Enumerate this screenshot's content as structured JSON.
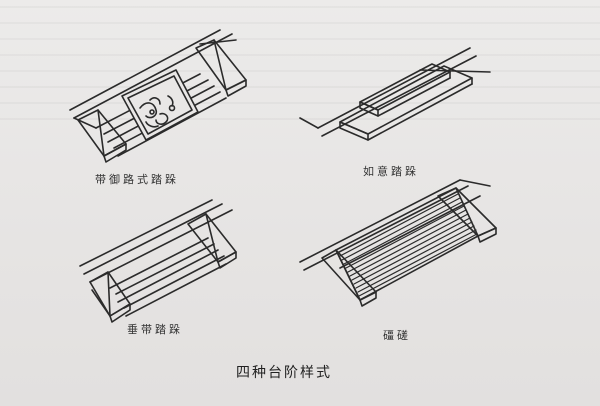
{
  "figure": {
    "title": "四种台阶样式",
    "panels": [
      {
        "id": "yulu",
        "caption": "带御路式踏跺"
      },
      {
        "id": "ruyi",
        "caption": "如意踏跺"
      },
      {
        "id": "chuidai",
        "caption": "垂带踏跺"
      },
      {
        "id": "cachi",
        "caption": "礓磋"
      }
    ]
  }
}
